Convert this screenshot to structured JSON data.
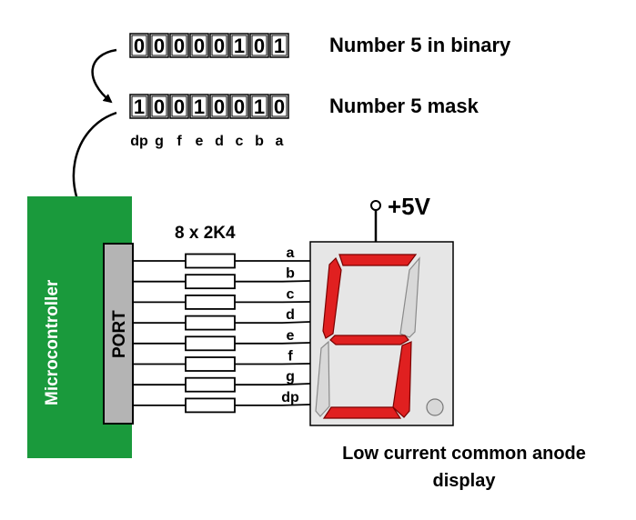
{
  "binary_row": {
    "bits": [
      "0",
      "0",
      "0",
      "0",
      "0",
      "1",
      "0",
      "1"
    ],
    "label": "Number 5 in binary"
  },
  "mask_row": {
    "bits": [
      "1",
      "0",
      "0",
      "1",
      "0",
      "0",
      "1",
      "0"
    ],
    "label": "Number 5 mask"
  },
  "segment_letters": [
    "dp",
    "g",
    "f",
    "e",
    "d",
    "c",
    "b",
    "a"
  ],
  "microcontroller": {
    "label": "Microcontroller",
    "port_label": "PORT",
    "color": "#1a9a3c"
  },
  "resistors": {
    "label": "8 x 2K4"
  },
  "line_labels": [
    "a",
    "b",
    "c",
    "d",
    "e",
    "f",
    "g",
    "dp"
  ],
  "power": {
    "label": "+5V"
  },
  "display": {
    "caption_line1": "Low current common anode",
    "caption_line2": "display",
    "lit_color": "#e02020",
    "unlit_color": "#d8d8d8",
    "body_color": "#e6e6e6",
    "segments_lit": {
      "a": true,
      "b": false,
      "c": true,
      "d": true,
      "e": false,
      "f": true,
      "g": true,
      "dp": false
    }
  }
}
